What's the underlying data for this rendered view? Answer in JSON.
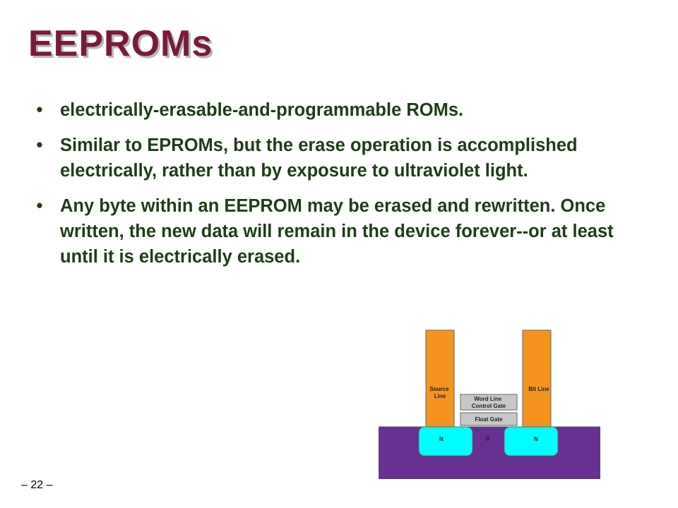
{
  "slide": {
    "title": "EEPROMs",
    "bullets": [
      "electrically-erasable-and-programmable ROMs.",
      "Similar to EPROMs, but the erase operation is accomplished electrically, rather than by exposure to ultraviolet light.",
      "Any byte within an EEPROM may be erased and rewritten. Once written, the new data will remain in the device forever--or at least until it is electrically erased."
    ],
    "bullet_symbol": "•",
    "page_number": "– 22 –"
  },
  "diagram": {
    "source_line": [
      "Source",
      "Line"
    ],
    "bit_line": "Bit Line",
    "word_line": [
      "Word Line",
      "Control Gate"
    ],
    "float_gate": "Float Gate",
    "n_left": "N",
    "p_region": "P",
    "n_right": "N",
    "colors": {
      "substrate": "#673092",
      "n_region": "#00ffff",
      "line": "#f5931f",
      "gate": "#c8c8c8"
    }
  }
}
